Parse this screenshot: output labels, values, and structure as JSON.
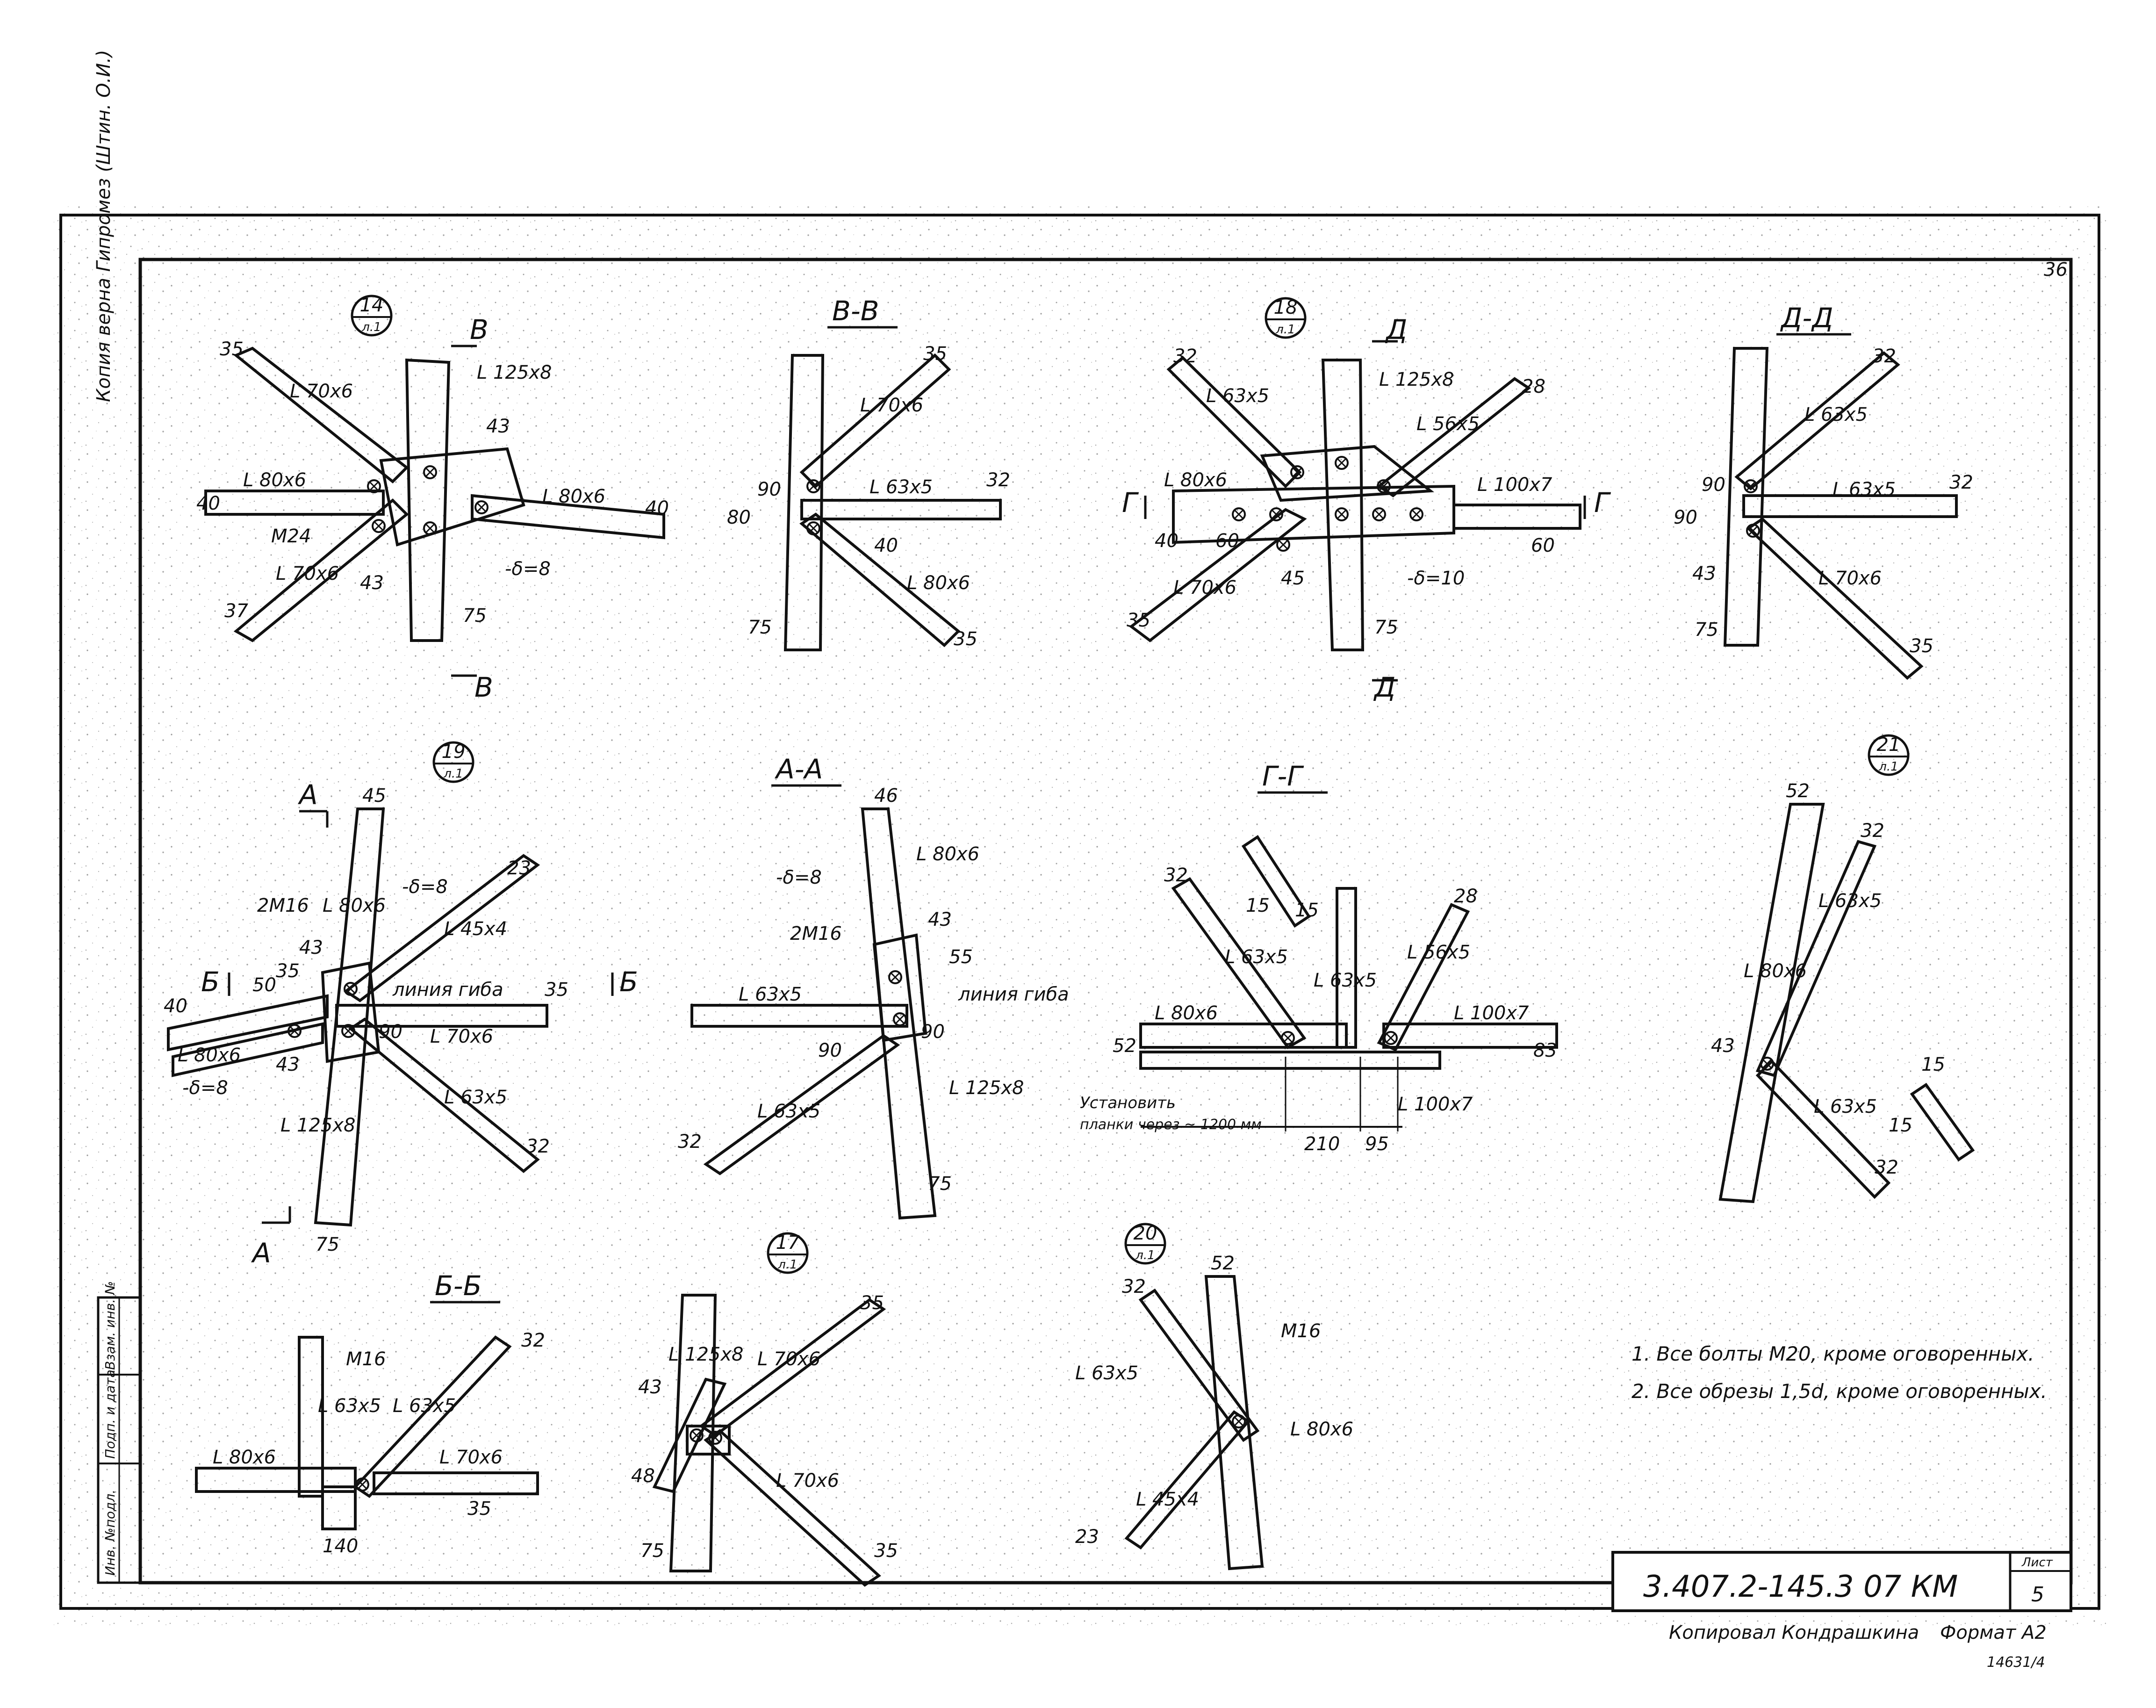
{
  "margin_note": "Копия верна Гипромез (Штин. О.И.)",
  "sheet_corner": "36",
  "stamp_cells": [
    "Инв. №подл.",
    "Подп. и дата",
    "Взам. инв. №"
  ],
  "node_14": {
    "num": "14",
    "sheet": "л.1",
    "cut": "В",
    "tags": [
      "35",
      "L 70x6",
      "L 125x8",
      "43",
      "L 80x6",
      "40",
      "M24",
      "L 80x6",
      "40",
      "L 70x6",
      "37",
      "43",
      "-δ=8",
      "75"
    ]
  },
  "section_vv": {
    "title": "В-В",
    "tags": [
      "35",
      "L 70x6",
      "L 63x5",
      "32",
      "80",
      "90",
      "40",
      "L 80x6",
      "35",
      "75"
    ]
  },
  "node_18": {
    "num": "18",
    "sheet": "л.1",
    "cut": "Д",
    "cut2": "Г",
    "tags": [
      "32",
      "L 63x5",
      "L 125x8",
      "L 56x5",
      "28",
      "L 80x6",
      "L 100x7",
      "40",
      "60",
      "-δ=10",
      "L 70x6",
      "45",
      "35",
      "60",
      "75"
    ]
  },
  "section_dd": {
    "title": "Д-Д",
    "tags": [
      "32",
      "L 63x5",
      "L 63x5",
      "32",
      "90",
      "90",
      "43",
      "L 70x6",
      "35",
      "75"
    ]
  },
  "node_19": {
    "num": "19",
    "sheet": "л.1",
    "cut": "А",
    "cut2": "Б",
    "tags": [
      "45",
      "23",
      "2M16",
      "L 80x6",
      "-δ=8",
      "L 45x4",
      "43",
      "35",
      "50",
      "линия гиба",
      "35",
      "40",
      "90",
      "L 70x6",
      "L 80x6",
      "43",
      "-δ=8",
      "L 63x5",
      "L 125x8",
      "32",
      "75"
    ]
  },
  "section_aa": {
    "title": "А-А",
    "tags": [
      "46",
      "-δ=8",
      "L 80x6",
      "2M16",
      "43",
      "55",
      "L 63x5",
      "линия гиба",
      "90",
      "90",
      "L 63x5",
      "L 125x8",
      "32",
      "75"
    ]
  },
  "section_gg": {
    "title": "Г-Г",
    "tags": [
      "32",
      "15",
      "15",
      "L 63x5",
      "L 63x5",
      "L 56x5",
      "28",
      "L 80x6",
      "52",
      "L 100x7",
      "83",
      "L 100x7",
      "Установить",
      "планки через ~ 1200 мм",
      "210",
      "95"
    ]
  },
  "node_21": {
    "num": "21",
    "sheet": "л.1",
    "tags": [
      "52",
      "32",
      "L 63x5",
      "L 80x6",
      "43",
      "L 63x5",
      "32",
      "15",
      "15"
    ]
  },
  "section_bb": {
    "title": "Б-Б",
    "tags": [
      "L 63x5",
      "M16",
      "L 63x5",
      "32",
      "L 80x6",
      "L 70x6",
      "35",
      "140"
    ]
  },
  "node_17": {
    "num": "17",
    "sheet": "л.1",
    "tags": [
      "L 125x8",
      "35",
      "43",
      "L 70x6",
      "48",
      "L 70x6",
      "35",
      "75"
    ]
  },
  "node_20": {
    "num": "20",
    "sheet": "л.1",
    "tags": [
      "32",
      "52",
      "M16",
      "L 63x5",
      "L 80x6",
      "L 45x4",
      "23"
    ]
  },
  "notes": [
    "1. Все болты M20, кроме оговоренных.",
    "2. Все обрезы 1,5d, кроме оговоренных."
  ],
  "title_block": {
    "code": "3.407.2-145.3   07 КМ",
    "sheet_label": "Лист",
    "sheet_no": "5"
  },
  "footer": {
    "copied": "Копировал  Кондрашкина",
    "format": "Формат А2",
    "archive": "14631/4"
  }
}
